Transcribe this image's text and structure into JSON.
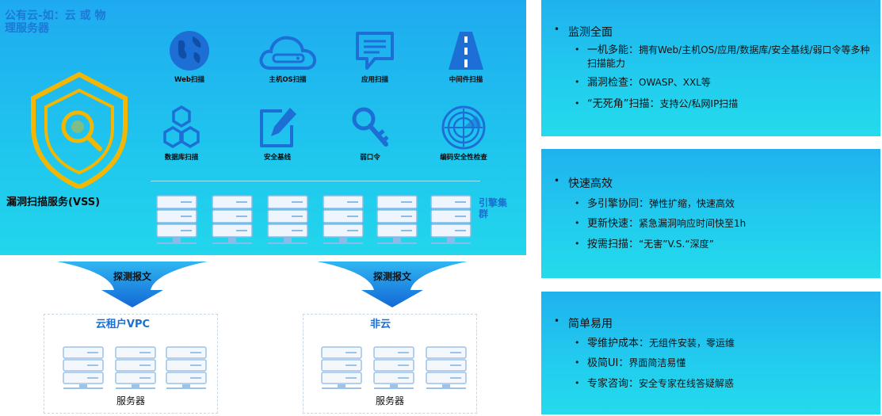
{
  "left": {
    "cloud_title": "公有云-如：云 或 物理服务器",
    "vss_label": "漏洞扫描服务(VSS)",
    "scans": [
      {
        "label": "Web扫描",
        "icon": "globe-icon"
      },
      {
        "label": "主机OS扫描",
        "icon": "cloud-host-icon"
      },
      {
        "label": "应用扫描",
        "icon": "chat-window-icon"
      },
      {
        "label": "中间件扫描",
        "icon": "road-icon"
      },
      {
        "label": "数据库扫描",
        "icon": "hexagon-cluster-icon"
      },
      {
        "label": "安全基线",
        "icon": "edit-pen-icon"
      },
      {
        "label": "弱口令",
        "icon": "key-icon"
      },
      {
        "label": "编码安全性检查",
        "icon": "radar-icon"
      }
    ],
    "cluster_label": "引擎集群",
    "arrow_label_left": "探测报文",
    "arrow_label_right": "探测报文",
    "targets": [
      {
        "title": "云租户VPC",
        "caption": "服务器"
      },
      {
        "title": "非云",
        "caption": "服务器"
      }
    ]
  },
  "right": {
    "panels": [
      {
        "title": "监测全面",
        "items": [
          {
            "lead": "一机多能：",
            "rest": "拥有Web/主机OS/应用/数据库/安全基线/弱口令等多种扫描能力"
          },
          {
            "lead": "漏洞检查：",
            "rest": "OWASP、XXL等"
          },
          {
            "lead": "“无死角”扫描：",
            "rest": "支持公/私网IP扫描"
          }
        ]
      },
      {
        "title": "快速高效",
        "items": [
          {
            "lead": "多引擎协同：",
            "rest": "弹性扩缩，快速高效"
          },
          {
            "lead": "更新快速：",
            "rest": "紧急漏洞响应时间快至1h"
          },
          {
            "lead": "按需扫描：",
            "rest": "“无害”V.S.“深度”"
          }
        ]
      },
      {
        "title": "简单易用",
        "items": [
          {
            "lead": "零维护成本：",
            "rest": "无组件安装，零运维"
          },
          {
            "lead": "极简UI：",
            "rest": "界面简洁易懂"
          },
          {
            "lead": "专家咨询：",
            "rest": "安全专家在线答疑解惑"
          }
        ]
      }
    ]
  },
  "colors": {
    "panel_blue": "#1faaf0",
    "panel_cyan": "#22d6ec",
    "icon_blue": "#1d6fd6",
    "shield_gold": "#f2b705",
    "arrow_blue": "#1a7fe0",
    "server_blue": "#7fb6ec"
  }
}
